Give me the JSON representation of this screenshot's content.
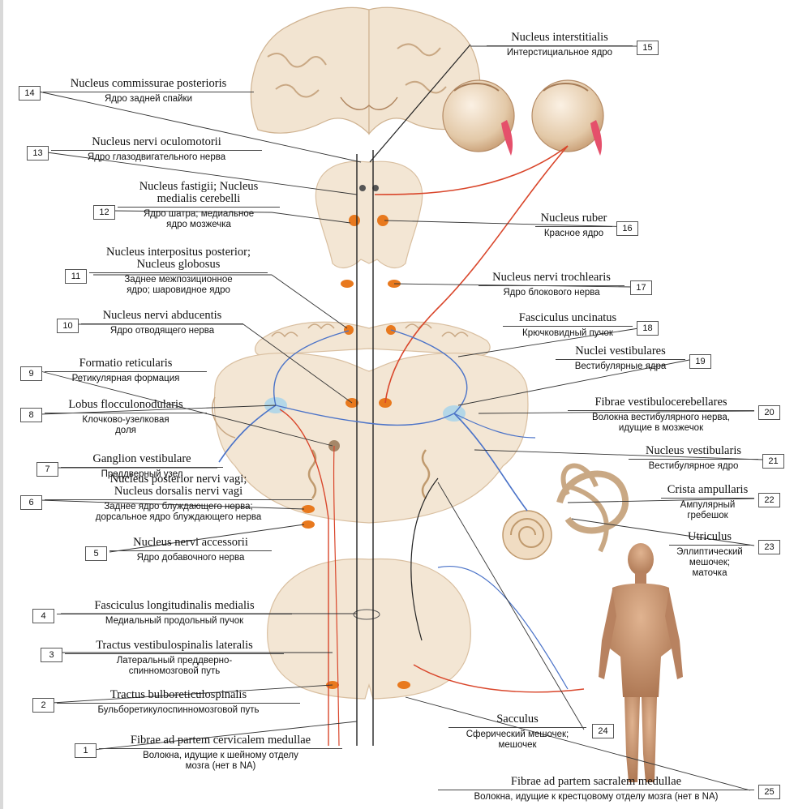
{
  "labels": [
    {
      "num": "1",
      "latin": [
        "Fibrae ad partem cervicalem medullae"
      ],
      "russian": [
        "Волокна, идущие к шейному отделу",
        "мозга (нет в NA)"
      ]
    },
    {
      "num": "2",
      "latin": [
        "Tractus bulboreticulospinalis"
      ],
      "russian": [
        "Бульборетикулоспинномозговой путь"
      ]
    },
    {
      "num": "3",
      "latin": [
        "Tractus vestibulospinalis lateralis"
      ],
      "russian": [
        "Латеральный преддверно-",
        "спинномозговой путь"
      ]
    },
    {
      "num": "4",
      "latin": [
        "Fasciculus longitudinalis medialis"
      ],
      "russian": [
        "Медиальный продольный пучок"
      ]
    },
    {
      "num": "5",
      "latin": [
        "Nucleus nervi accessorii"
      ],
      "russian": [
        "Ядро добавочного нерва"
      ]
    },
    {
      "num": "6",
      "latin": [
        "Nucleus posterior nervi vagi;",
        "Nucleus dorsalis nervi vagi"
      ],
      "russian": [
        "Заднее ядро блуждающего нерва;",
        "дорсальное ядро блуждающего нерва"
      ]
    },
    {
      "num": "7",
      "latin": [
        "Ganglion vestibulare"
      ],
      "russian": [
        "Преддверный узел"
      ]
    },
    {
      "num": "8",
      "latin": [
        "Lobus flocculonodularis"
      ],
      "russian": [
        "Клочково-узелковая",
        "доля"
      ]
    },
    {
      "num": "9",
      "latin": [
        "Formatio reticularis"
      ],
      "russian": [
        "Ретикулярная формация"
      ]
    },
    {
      "num": "10",
      "latin": [
        "Nucleus nervi abducentis"
      ],
      "russian": [
        "Ядро отводящего нерва"
      ]
    },
    {
      "num": "11",
      "latin": [
        "Nucleus interpositus posterior;",
        "Nucleus globosus"
      ],
      "russian": [
        "Заднее межпозиционное",
        "ядро; шаровидное ядро"
      ]
    },
    {
      "num": "12",
      "latin": [
        "Nucleus fastigii; Nucleus",
        "medialis cerebelli"
      ],
      "russian": [
        "Ядро шатра; медиальное",
        "ядро мозжечка"
      ]
    },
    {
      "num": "13",
      "latin": [
        "Nucleus nervi oculomotorii"
      ],
      "russian": [
        "Ядро глазодвигательного нерва"
      ]
    },
    {
      "num": "14",
      "latin": [
        "Nucleus commissurae posterioris"
      ],
      "russian": [
        "Ядро задней спайки"
      ]
    },
    {
      "num": "15",
      "latin": [
        "Nucleus interstitialis"
      ],
      "russian": [
        "Интерстициальное ядро"
      ]
    },
    {
      "num": "16",
      "latin": [
        "Nucleus ruber"
      ],
      "russian": [
        "Красное ядро"
      ]
    },
    {
      "num": "17",
      "latin": [
        "Nucleus nervi trochlearis"
      ],
      "russian": [
        "Ядро блокового нерва"
      ]
    },
    {
      "num": "18",
      "latin": [
        "Fasciculus uncinatus"
      ],
      "russian": [
        "Крючковидный пучок"
      ]
    },
    {
      "num": "19",
      "latin": [
        "Nuclei vestibulares"
      ],
      "russian": [
        "Вестибулярные ядра"
      ]
    },
    {
      "num": "20",
      "latin": [
        "Fibrae vestibulocerebellares"
      ],
      "russian": [
        "Волокна вестибулярного нерва,",
        "идущие в мозжечок"
      ]
    },
    {
      "num": "21",
      "latin": [
        "Nucleus vestibularis"
      ],
      "russian": [
        "Вестибулярное ядро"
      ]
    },
    {
      "num": "22",
      "latin": [
        "Crista ampullaris"
      ],
      "russian": [
        "Ампулярный",
        "гребешок"
      ]
    },
    {
      "num": "23",
      "latin": [
        "Utriculus"
      ],
      "russian": [
        "Эллиптический",
        "мешочек;",
        "маточка"
      ]
    },
    {
      "num": "24",
      "latin": [
        "Sacculus"
      ],
      "russian": [
        "Сферический мешочек;",
        "мешочек"
      ]
    },
    {
      "num": "25",
      "latin": [
        "Fibrae ad partem sacralem medullae"
      ],
      "russian": [
        "Волокна, идущие к крестцовому отделу мозга (нет в NA)"
      ]
    }
  ],
  "colors": {
    "tissue": "#f3e6d4",
    "tissue_edge": "#d9bfa0",
    "nucleus": "#e8791e",
    "tract_red": "#d9462b",
    "tract_blue": "#4b73c8",
    "tract_black": "#222222",
    "skin": "#c99670",
    "muscle": "#e5506b"
  }
}
